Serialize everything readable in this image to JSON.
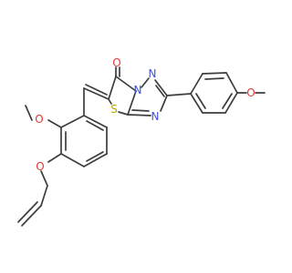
{
  "molecule": {
    "atoms": [
      {
        "id": "O_keto",
        "symbol": "O",
        "color": "#e53935"
      },
      {
        "id": "N1",
        "symbol": "N",
        "color": "#3f51d8"
      },
      {
        "id": "N2",
        "symbol": "N",
        "color": "#3f51d8"
      },
      {
        "id": "N3",
        "symbol": "N",
        "color": "#3f51d8"
      },
      {
        "id": "S",
        "symbol": "S",
        "color": "#b8a600"
      },
      {
        "id": "O_meo_right",
        "symbol": "O",
        "color": "#e53935"
      },
      {
        "id": "O_meo_left",
        "symbol": "O",
        "color": "#e53935"
      },
      {
        "id": "O_allyl",
        "symbol": "O",
        "color": "#e53935"
      }
    ],
    "bond_color": "#3d3d3d",
    "background": "#ffffff"
  }
}
